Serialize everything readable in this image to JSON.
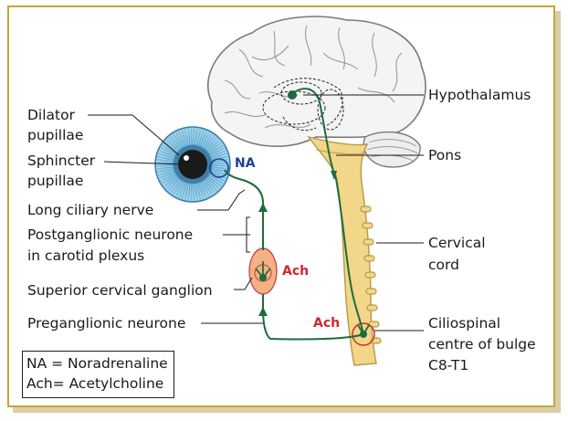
{
  "labels": {
    "dilator": "Dilator",
    "dilator2": "pupillae",
    "sphincter": "Sphincter",
    "sphincter2": "pupillae",
    "long_ciliary": "Long ciliary nerve",
    "postganglionic": "Postganglionic neurone",
    "postganglionic2": "in carotid plexus",
    "superior_cervical": "Superior cervical ganglion",
    "preganglionic": "Preganglionic neurone",
    "hypothalamus": "Hypothalamus",
    "pons": "Pons",
    "cervical": "Cervical",
    "cervical2": "cord",
    "ciliospinal": "Ciliospinal",
    "ciliospinal2": "centre of bulge",
    "ciliospinal3": "C8-T1"
  },
  "tags": {
    "na": "NA",
    "ach_ganglion": "Ach",
    "ach_cord": "Ach"
  },
  "legend": {
    "na": "NA = Noradrenaline",
    "ach": "Ach= Acetylcholine"
  },
  "colors": {
    "frame": "#c9a437",
    "nerve": "#1e6b3c",
    "iris": "#5aa8cf",
    "spinal_cord": "#f2d68a",
    "ganglion": "#f4b183",
    "na_text": "#1f3f99",
    "ach_text": "#d0262c"
  }
}
